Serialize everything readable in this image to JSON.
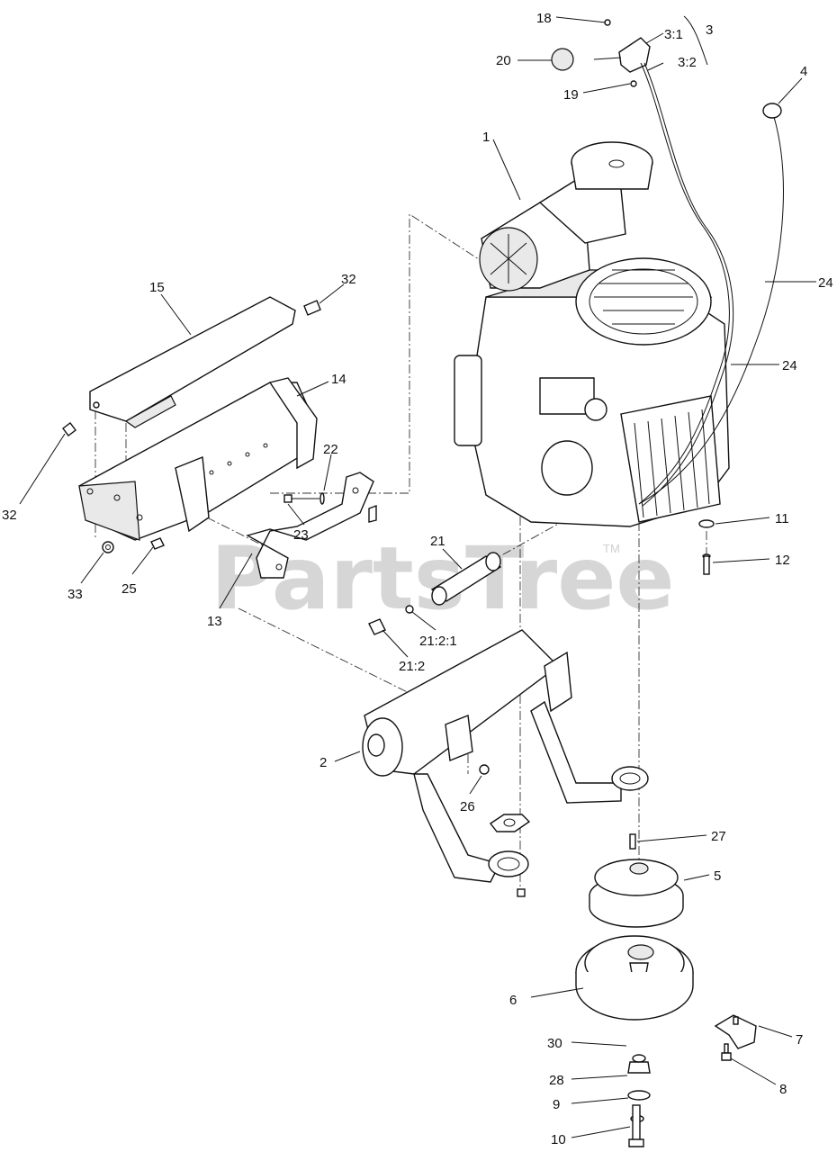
{
  "watermark": {
    "text": "PartsTree",
    "trademark": "TM"
  },
  "callouts": [
    {
      "id": "18",
      "label": "18"
    },
    {
      "id": "20",
      "label": "20"
    },
    {
      "id": "19",
      "label": "19"
    },
    {
      "id": "3_1",
      "label": "3:1"
    },
    {
      "id": "3_2",
      "label": "3:2"
    },
    {
      "id": "3",
      "label": "3"
    },
    {
      "id": "4",
      "label": "4"
    },
    {
      "id": "1",
      "label": "1"
    },
    {
      "id": "15",
      "label": "15"
    },
    {
      "id": "32a",
      "label": "32"
    },
    {
      "id": "24a",
      "label": "24"
    },
    {
      "id": "24b",
      "label": "24"
    },
    {
      "id": "14",
      "label": "14"
    },
    {
      "id": "32b",
      "label": "32"
    },
    {
      "id": "22",
      "label": "22"
    },
    {
      "id": "23",
      "label": "23"
    },
    {
      "id": "11",
      "label": "11"
    },
    {
      "id": "12",
      "label": "12"
    },
    {
      "id": "21",
      "label": "21"
    },
    {
      "id": "33",
      "label": "33"
    },
    {
      "id": "25",
      "label": "25"
    },
    {
      "id": "13",
      "label": "13"
    },
    {
      "id": "21_2_1",
      "label": "21:2:1"
    },
    {
      "id": "21_2",
      "label": "21:2"
    },
    {
      "id": "2",
      "label": "2"
    },
    {
      "id": "26",
      "label": "26"
    },
    {
      "id": "27",
      "label": "27"
    },
    {
      "id": "5",
      "label": "5"
    },
    {
      "id": "6",
      "label": "6"
    },
    {
      "id": "7",
      "label": "7"
    },
    {
      "id": "30",
      "label": "30"
    },
    {
      "id": "28",
      "label": "28"
    },
    {
      "id": "8",
      "label": "8"
    },
    {
      "id": "9",
      "label": "9"
    },
    {
      "id": "10",
      "label": "10"
    }
  ]
}
